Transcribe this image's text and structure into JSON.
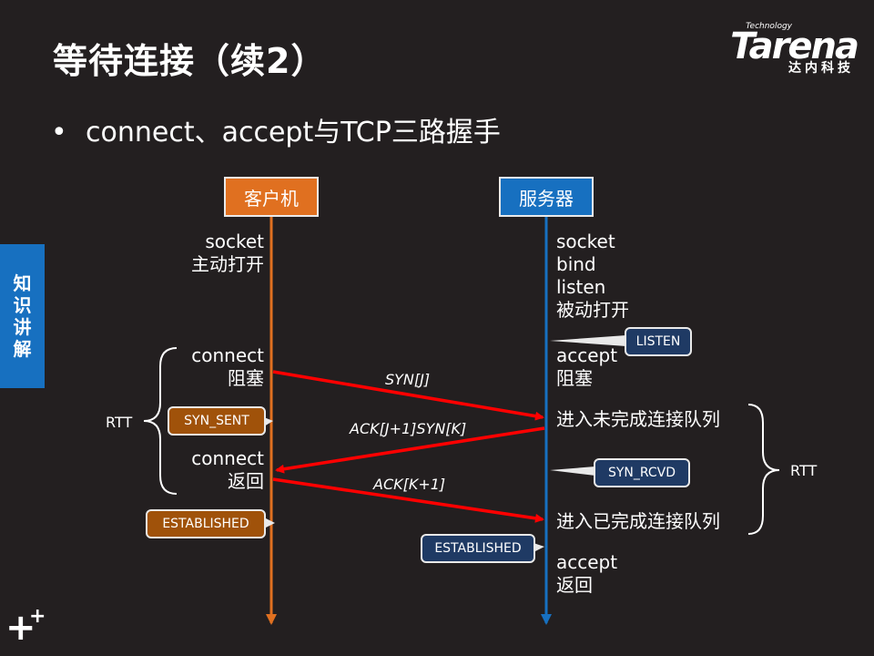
{
  "title": "等待连接（续2）",
  "logo": {
    "tagline": "Technology",
    "brand": "Tarena",
    "cn": "达内科技"
  },
  "bullet": {
    "marker": "•",
    "text": "connect、accept与TCP三路握手"
  },
  "side_tab": [
    "知",
    "识",
    "讲",
    "解"
  ],
  "plus_icon": "+",
  "client": {
    "header": "客户机",
    "labels": [
      [
        "socket",
        "主动打开"
      ],
      [
        "connect",
        "阻塞"
      ],
      [
        "connect",
        "返回"
      ]
    ],
    "states": [
      "SYN_SENT",
      "ESTABLISHED"
    ]
  },
  "server": {
    "header": "服务器",
    "labels": [
      [
        "socket",
        "bind",
        "listen",
        "被动打开"
      ],
      [
        "accept",
        "阻塞"
      ],
      [
        "进入未完成连接队列"
      ],
      [
        "进入已完成连接队列"
      ],
      [
        "accept",
        "返回"
      ]
    ],
    "states": [
      "LISTEN",
      "SYN_RCVD",
      "ESTABLISHED"
    ]
  },
  "messages": [
    "SYN[J]",
    "ACK[J+1]SYN[K]",
    "ACK[K+1]"
  ],
  "rtt": [
    "RTT",
    "RTT"
  ],
  "colors": {
    "client": "#e07020",
    "server": "#1770c0",
    "arrow": "#ff0000",
    "client_state": "#a0520a",
    "server_state": "#1f3a64"
  }
}
